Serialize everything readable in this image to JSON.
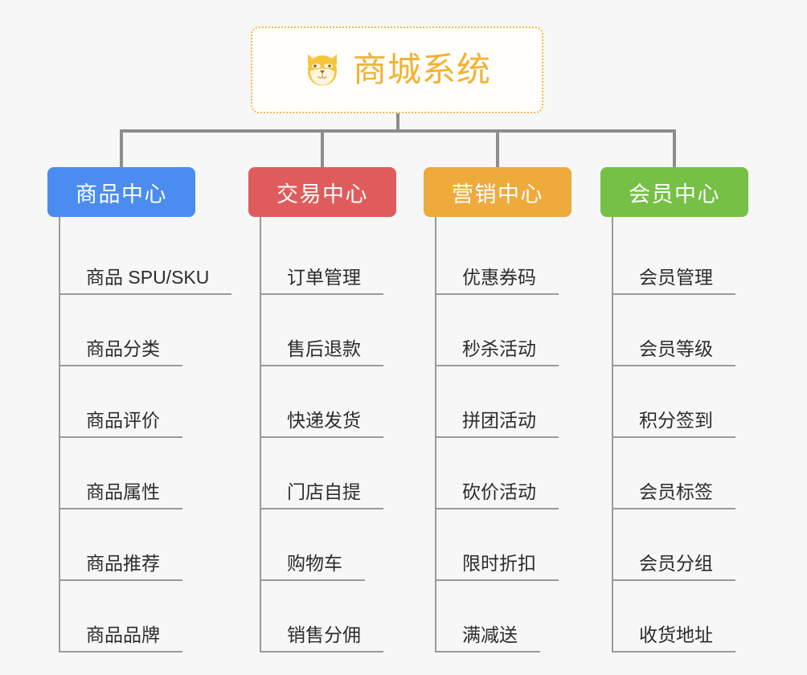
{
  "diagram": {
    "title": "商城系统",
    "type": "mindmap",
    "background_color": "#f7f7f7",
    "connector_color": "#8d8d8d",
    "root": {
      "label": "商城系统",
      "icon": "shiba-dog-icon",
      "text_color": "#f2b233",
      "border_color": "#f0b849",
      "fill_color": "#fffefb",
      "border_style": "dotted"
    },
    "branches": [
      {
        "label": "商品中心",
        "color": "#4a8cf0",
        "items": [
          "商品 SPU/SKU",
          "商品分类",
          "商品评价",
          "商品属性",
          "商品推荐",
          "商品品牌"
        ]
      },
      {
        "label": "交易中心",
        "color": "#e05c5c",
        "items": [
          "订单管理",
          "售后退款",
          "快递发货",
          "门店自提",
          "购物车",
          "销售分佣"
        ]
      },
      {
        "label": "营销中心",
        "color": "#eeab3c",
        "items": [
          "优惠券码",
          "秒杀活动",
          "拼团活动",
          "砍价活动",
          "限时折扣",
          "满减送"
        ]
      },
      {
        "label": "会员中心",
        "color": "#76c046",
        "items": [
          "会员管理",
          "会员等级",
          "积分签到",
          "会员标签",
          "会员分组",
          "收货地址"
        ]
      }
    ]
  }
}
